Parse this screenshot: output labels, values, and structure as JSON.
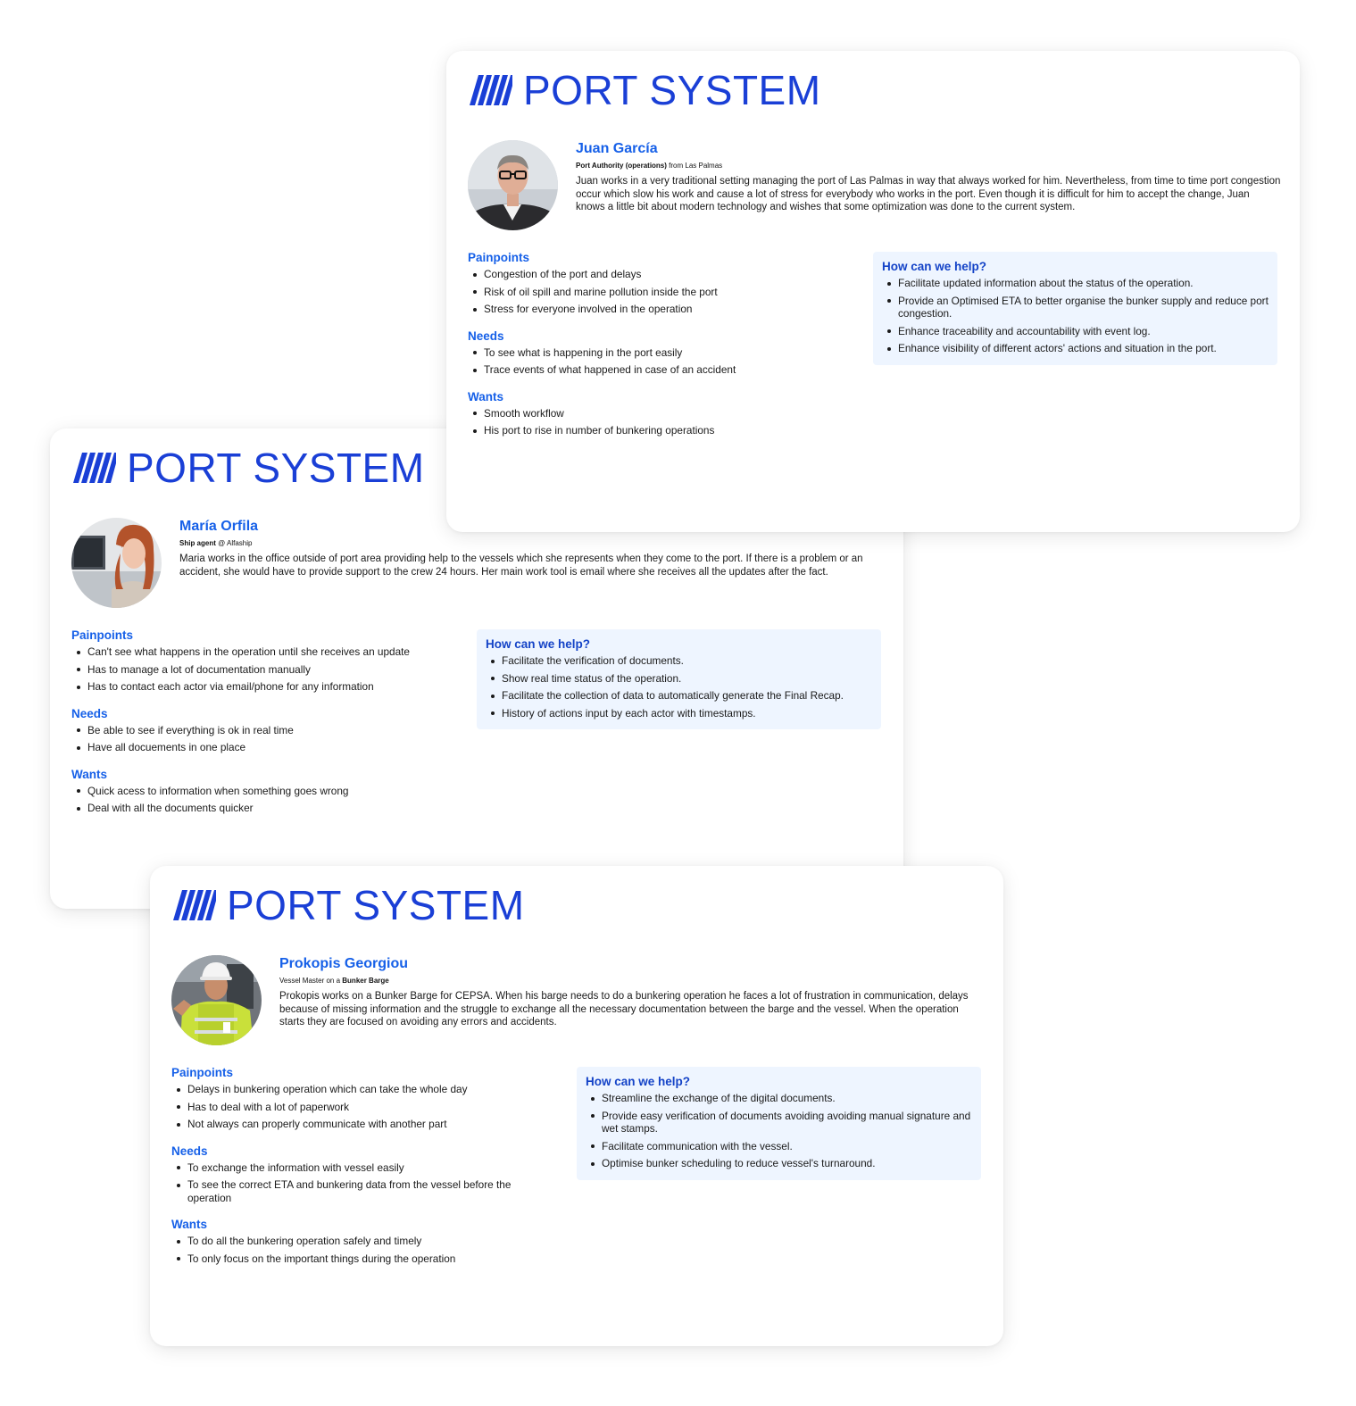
{
  "brand": {
    "name": "PORT SYSTEM",
    "logo_icon": "diagonal-stripes-logo-icon",
    "color": "#1a3fd6",
    "accent": "#1660e8",
    "help_box_bg": "#eef5ff"
  },
  "cards": [
    {
      "id": "juan",
      "name": "Juan García",
      "role_bold": "Port Authority (operations)",
      "role_rest": " from Las Palmas",
      "bio": "Juan works in a very traditional setting managing the port of Las Palmas in way that always worked for him. Nevertheless, from time to time port congestion occur which slow his work and cause a lot of stress for everybody who works in the port. Even though it is difficult for him to accept the change, Juan knows a little bit about modern technology and wishes that some optimization was done to the current system.",
      "painpoints_title": "Painpoints",
      "painpoints": [
        "Congestion of the port and delays",
        "Risk of oil spill and marine pollution inside the port",
        "Stress for everyone involved in the operation"
      ],
      "needs_title": "Needs",
      "needs": [
        "To see what is happening in the port easily",
        "Trace events of what happened in case of an accident"
      ],
      "wants_title": "Wants",
      "wants": [
        "Smooth workflow",
        "His port to rise in number of bunkering operations"
      ],
      "help_title": "How can we help?",
      "help": [
        "Facilitate updated information about the status of the operation.",
        "Provide an Optimised ETA to better organise the bunker supply and reduce port congestion.",
        "Enhance traceability and accountability with event log.",
        "Enhance visibility of different actors' actions and situation in the port."
      ]
    },
    {
      "id": "maria",
      "name": "María Orfila",
      "role_bold": "Ship agent",
      "role_rest": " @ Alfaship",
      "bio": "Maria works in the office outside of port area providing help to the vessels which she represents when they come to the port. If there is a problem or an accident, she would have to provide support to the crew 24 hours. Her main work tool is email where she receives all the updates after the fact.",
      "painpoints_title": "Painpoints",
      "painpoints": [
        "Can't see what happens in the operation until she receives an update",
        "Has to manage a lot of documentation manually",
        "Has to contact each actor via email/phone for any information"
      ],
      "needs_title": "Needs",
      "needs": [
        "Be able to see if everything is ok in real time",
        "Have all docuements in one place"
      ],
      "wants_title": "Wants",
      "wants": [
        "Quick acess to information when something goes wrong",
        "Deal with all the documents quicker"
      ],
      "help_title": "How can we help?",
      "help": [
        "Facilitate the verification of documents.",
        "Show real time status of the operation.",
        "Facilitate the collection of data to automatically generate the Final Recap.",
        "History of actions input by each actor with timestamps."
      ]
    },
    {
      "id": "prokopis",
      "name": "Prokopis Georgiou",
      "role_pre": "Vessel Master on a ",
      "role_bold": "Bunker Barge",
      "bio": "Prokopis works on a Bunker Barge for CEPSA. When his barge needs to do a bunkering operation he faces a lot of frustration in communication, delays because of missing information and the struggle to exchange all the necessary documentation between the barge and the vessel. When the operation starts they are focused on avoiding any errors and accidents.",
      "painpoints_title": "Painpoints",
      "painpoints": [
        "Delays in bunkering operation which can take the whole day",
        "Has to deal with a lot of paperwork",
        "Not always can properly communicate with another part"
      ],
      "needs_title": "Needs",
      "needs": [
        "To exchange the information with vessel easily",
        "To see the correct ETA and bunkering data from the vessel before the operation"
      ],
      "wants_title": "Wants",
      "wants": [
        "To do all the bunkering operation safely and timely",
        "To only focus on the important things during the operation"
      ],
      "help_title": "How can we help?",
      "help": [
        "Streamline the exchange of the digital documents.",
        "Provide easy verification of documents avoiding avoiding manual signature and wet stamps.",
        "Facilitate communication with the vessel.",
        "Optimise bunker scheduling to reduce vessel's turnaround."
      ]
    }
  ]
}
